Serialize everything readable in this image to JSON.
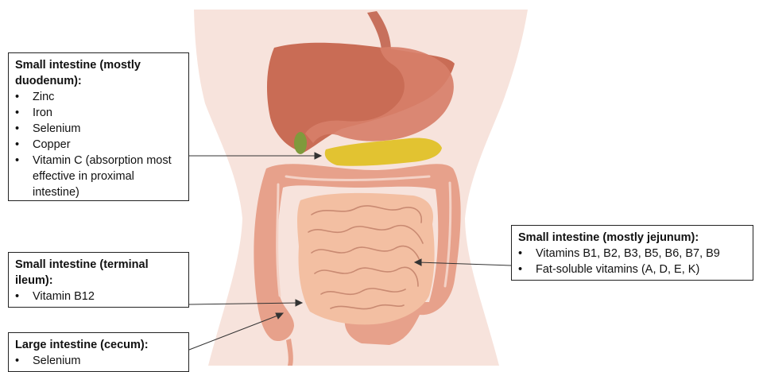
{
  "callouts": {
    "duodenum": {
      "title": "Small intestine (mostly duodenum):",
      "items": [
        "Zinc",
        "Iron",
        "Selenium",
        "Copper",
        "Vitamin C (absorption most effective in proximal intestine)"
      ]
    },
    "ileum": {
      "title": "Small intestine (terminal ileum):",
      "items": [
        "Vitamin B12"
      ]
    },
    "cecum": {
      "title": "Large intestine (cecum):",
      "items": [
        "Selenium"
      ]
    },
    "jejunum": {
      "title": "Small intestine (mostly jejunum):",
      "items": [
        "Vitamins B1, B2, B3, B5, B6, B7, B9",
        "Fat-soluble vitamins (A, D, E, K)"
      ]
    }
  },
  "colors": {
    "skin": "#f7e3dc",
    "liver": "#c96c55",
    "stomach": "#d77f69",
    "pancreas": "#e2c331",
    "gallbladder": "#7f9a3c",
    "colon": "#e7a18b",
    "small_intestine": "#f3bfa2",
    "intestine_lines": "#c98a72"
  }
}
